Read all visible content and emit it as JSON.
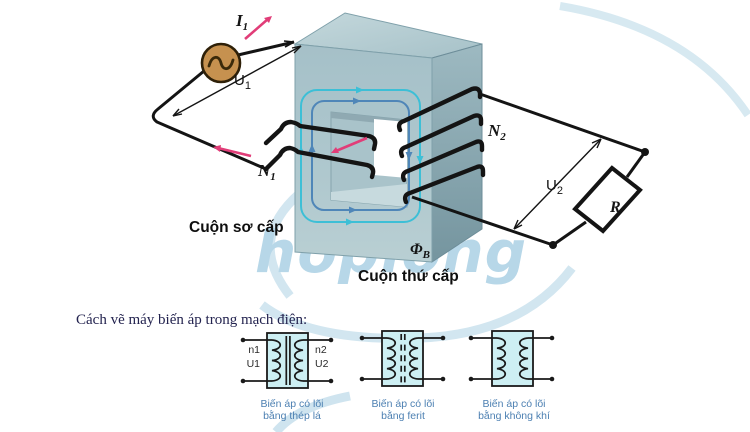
{
  "diagram": {
    "current_primary": {
      "main": "I",
      "sub": "1"
    },
    "voltage_primary": {
      "main": "U",
      "sub": "1"
    },
    "turns_primary": {
      "main": "N",
      "sub": "1"
    },
    "turns_secondary": {
      "main": "N",
      "sub": "2"
    },
    "voltage_secondary": {
      "main": "U",
      "sub": "2"
    },
    "flux": {
      "main": "Φ",
      "sub": "B"
    },
    "load_resistor": "R",
    "primary_coil_label": "Cuộn sơ cấp",
    "secondary_coil_label": "Cuộn thứ cấp"
  },
  "section": {
    "caption": "Cách vẽ máy biến áp trong mạch điện:"
  },
  "symbols": {
    "iron": {
      "left_turns": "n1",
      "left_voltage": "U1",
      "right_turns": "n2",
      "right_voltage": "U2",
      "caption_line1": "Biến áp có lõi",
      "caption_line2": "bằng thép lá"
    },
    "ferrite": {
      "caption_line1": "Biến áp có lõi",
      "caption_line2": "bằng ferit"
    },
    "air": {
      "caption_line1": "Biến áp có lõi",
      "caption_line2": "bằng không khí"
    }
  },
  "watermark": {
    "text": "hoplong"
  },
  "colors": {
    "core_front": "#aac5cc",
    "core_top": "#bcd2d6",
    "core_side": "#8aa9b4",
    "flux_outer": "#3dbfd6",
    "flux_inner": "#4f86b8",
    "wire": "#141414",
    "source_fill": "#c6914f",
    "arrow_pink": "#e13d78",
    "symbol_fill": "#cdeff3",
    "caption_blue": "#4d80b2",
    "header_navy": "#23234f",
    "watermark_blue": "#b7d7e8"
  }
}
